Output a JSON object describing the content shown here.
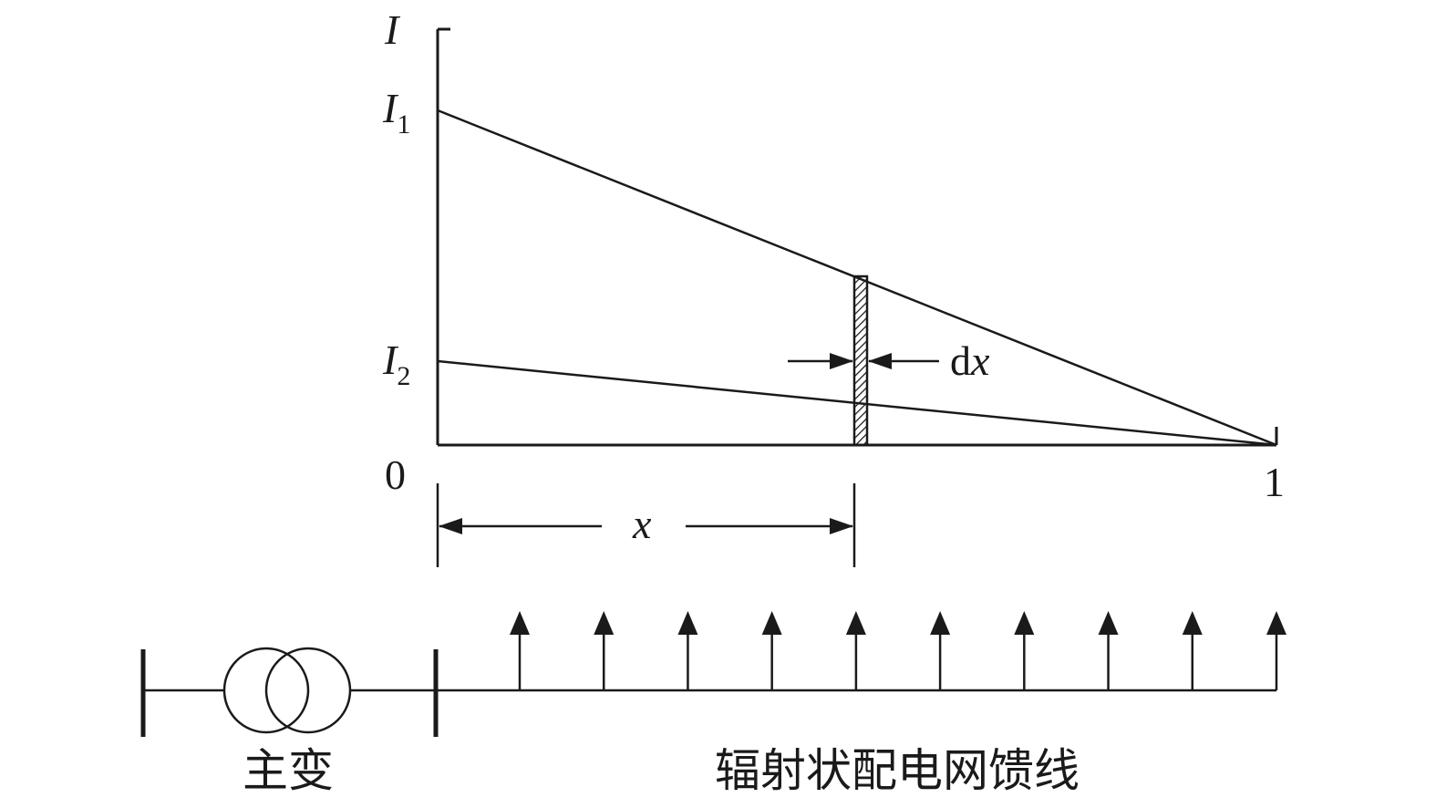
{
  "labels": {
    "y_axis": "I",
    "i1": "I",
    "i1_sub": "1",
    "i2": "I",
    "i2_sub": "2",
    "origin": "0",
    "end": "1",
    "x": "x",
    "dx_d": "d",
    "dx_x": "x",
    "transformer": "主变",
    "feeder": "辐射状配电网馈线"
  },
  "colors": {
    "stroke": "#1a1a1a",
    "background": "#ffffff"
  }
}
